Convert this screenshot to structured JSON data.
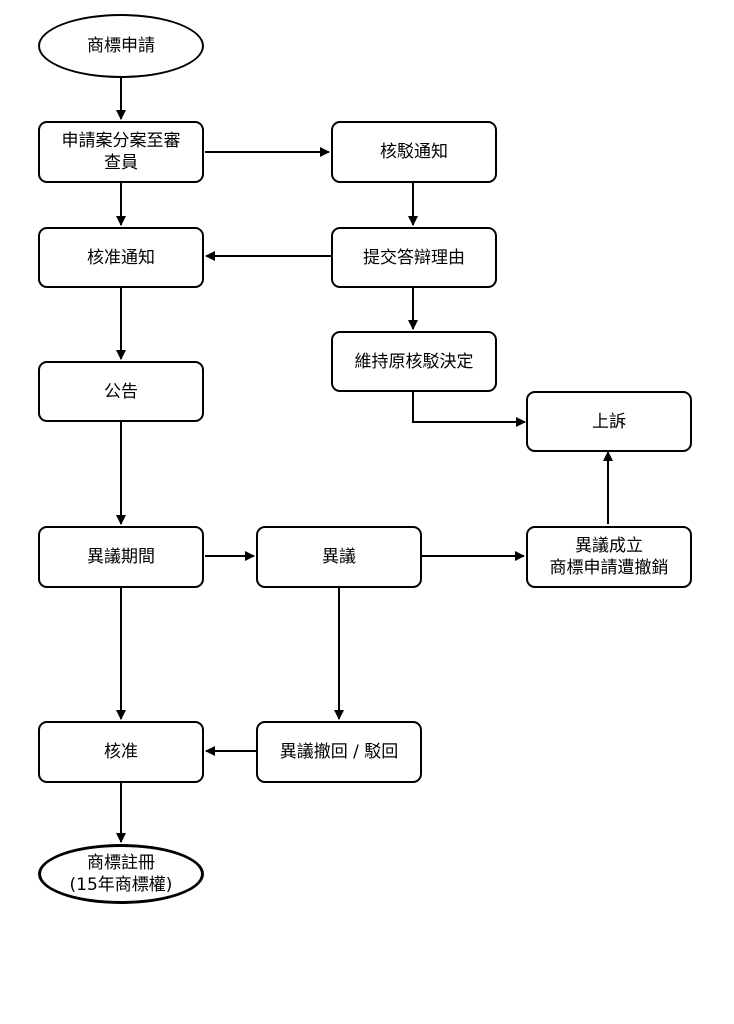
{
  "nodes": {
    "start": "商標申請",
    "assign": "申請案分案至審\n查員",
    "reject_notice": "核駁通知",
    "approval_notice": "核准通知",
    "response": "提交答辯理由",
    "maintain": "維持原核駁決定",
    "publication": "公告",
    "appeal": "上訴",
    "opposition_period": "異議期間",
    "opposition": "異議",
    "opposition_success": "異議成立\n商標申請遭撤銷",
    "approved": "核准",
    "opposition_withdrawn": "異議撤回 / 駁回",
    "registration": "商標註冊\n(15年商標權)"
  },
  "edges": [
    {
      "from": "start",
      "to": "assign"
    },
    {
      "from": "assign",
      "to": "reject_notice"
    },
    {
      "from": "assign",
      "to": "approval_notice"
    },
    {
      "from": "reject_notice",
      "to": "response"
    },
    {
      "from": "response",
      "to": "approval_notice"
    },
    {
      "from": "response",
      "to": "maintain"
    },
    {
      "from": "maintain",
      "to": "appeal"
    },
    {
      "from": "approval_notice",
      "to": "publication"
    },
    {
      "from": "publication",
      "to": "opposition_period"
    },
    {
      "from": "opposition_period",
      "to": "opposition"
    },
    {
      "from": "opposition",
      "to": "opposition_success"
    },
    {
      "from": "opposition_success",
      "to": "appeal"
    },
    {
      "from": "opposition_period",
      "to": "approved"
    },
    {
      "from": "opposition",
      "to": "opposition_withdrawn"
    },
    {
      "from": "opposition_withdrawn",
      "to": "approved"
    },
    {
      "from": "approved",
      "to": "registration"
    }
  ]
}
